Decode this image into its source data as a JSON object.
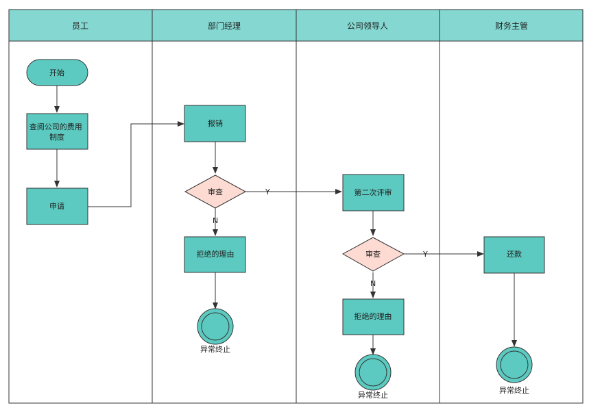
{
  "colors": {
    "header_fill": "#84d8d1",
    "process_fill": "#5ccac0",
    "decision_fill": "#fddbd3",
    "terminal_fill": "#5ccac0",
    "stroke": "#333333",
    "text": "#222222"
  },
  "lanes": [
    {
      "title": "员工"
    },
    {
      "title": "部门经理"
    },
    {
      "title": "公司领导人"
    },
    {
      "title": "财务主管"
    }
  ],
  "nodes": {
    "start": "开始",
    "view_policy": "查阅公司的费用制度",
    "apply": "申请",
    "reimburse": "报销",
    "review_1": "审查",
    "reject_reason_1": "拒绝的理由",
    "abnormal_end_1": "异常终止",
    "second_review": "第二次评审",
    "review_2": "审查",
    "reject_reason_2": "拒绝的理由",
    "abnormal_end_2": "异常终止",
    "repay": "还款",
    "abnormal_end_3": "异常终止"
  },
  "edge_labels": {
    "review_1_yes": "Y",
    "review_1_no": "N",
    "review_2_yes": "Y",
    "review_2_no": "N"
  }
}
